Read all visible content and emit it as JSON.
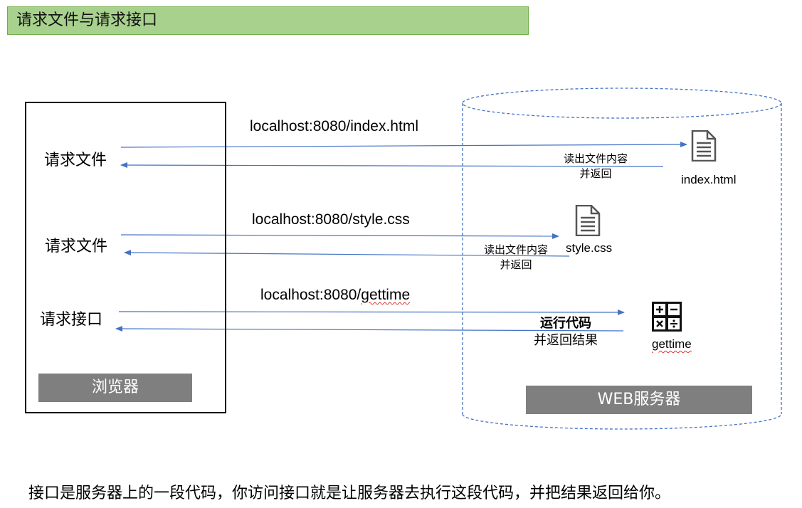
{
  "title": "请求文件与请求接口",
  "browser": {
    "label": "浏览器",
    "requests": [
      {
        "label": "请求文件",
        "url": "localhost:8080/index.html"
      },
      {
        "label": "请求文件",
        "url": "localhost:8080/style.css"
      },
      {
        "label": "请求接口",
        "url_host": "localhost:8080/",
        "url_path": "gettime"
      }
    ]
  },
  "server": {
    "label": "WEB服务器",
    "files": [
      {
        "name": "index.html",
        "icon": "document-icon",
        "note_line1": "读出文件内容",
        "note_line2": "并返回"
      },
      {
        "name": "style.css",
        "icon": "document-icon",
        "note_line1": "读出文件内容",
        "note_line2": "并返回"
      }
    ],
    "api": {
      "name": "gettime",
      "icon": "calculator-icon",
      "note_line1": "运行代码",
      "note_line2": "并返回结果"
    }
  },
  "footer": "接口是服务器上的一段代码，你访问接口就是让服务器去执行这段代码，并把结果返回给你。",
  "colors": {
    "title_bg": "#a9d18e",
    "arrow": "#4472c4",
    "grey_box": "#7f7f7f",
    "cylinder_stroke": "#4472c4"
  }
}
